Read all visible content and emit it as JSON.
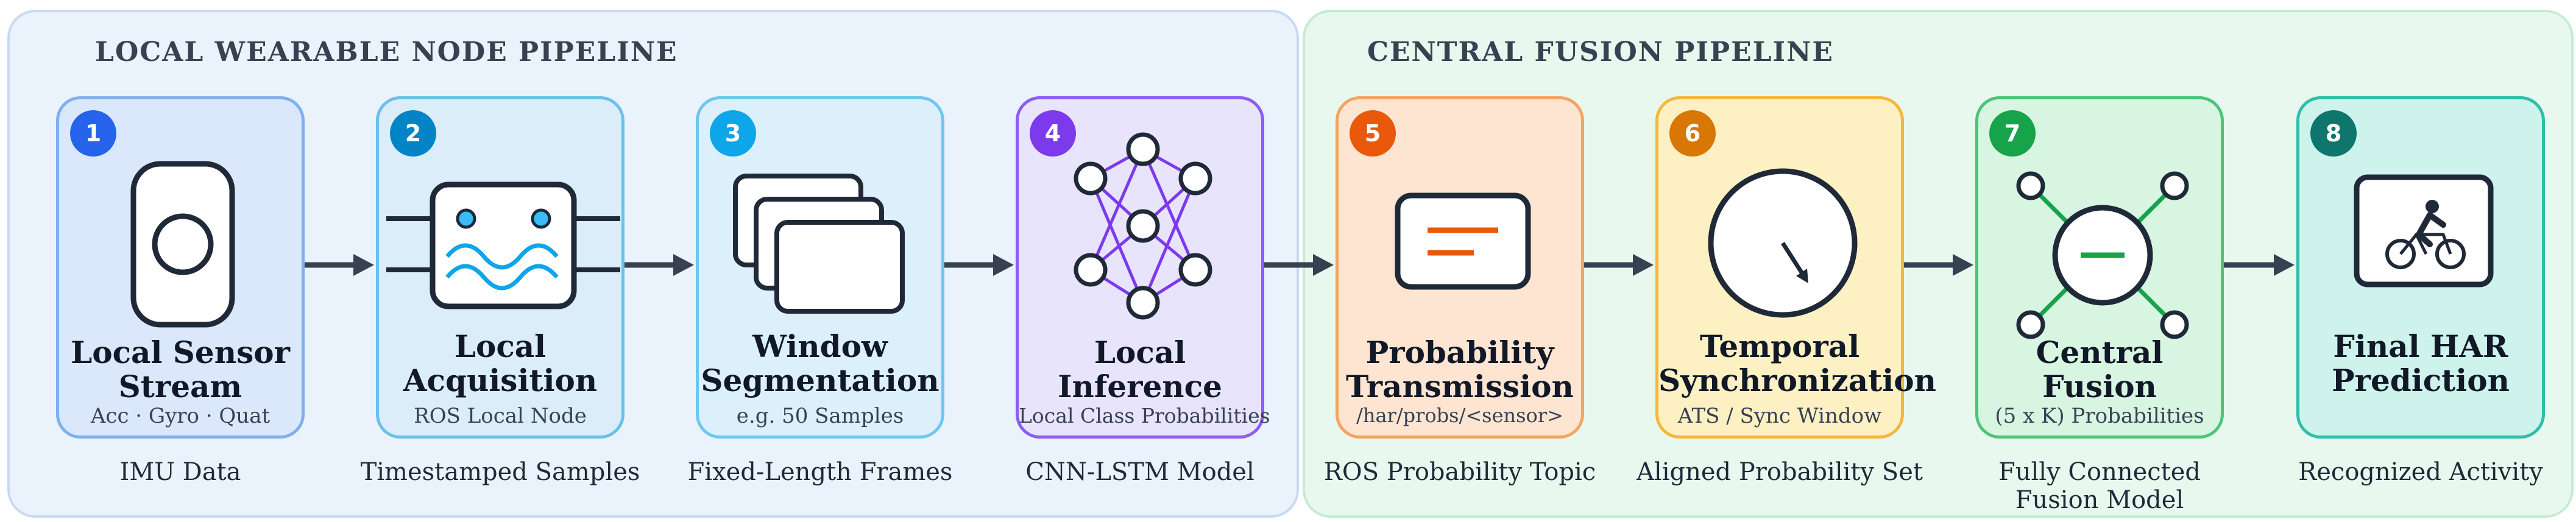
{
  "panels": {
    "local": {
      "title": "LOCAL WEARABLE NODE PIPELINE"
    },
    "central": {
      "title": "CENTRAL FUSION PIPELINE"
    }
  },
  "steps": [
    {
      "num": "1",
      "title1": "Local Sensor",
      "title2": "Stream",
      "sub": "Acc · Gyro · Quat",
      "caption": "IMU Data",
      "icon": "wearable-sensor-icon",
      "accent": "#2563eb"
    },
    {
      "num": "2",
      "title1": "Local",
      "title2": "Acquisition",
      "sub": "ROS Local Node",
      "caption": "Timestamped Samples",
      "icon": "signal-acquisition-icon",
      "accent": "#0284c7"
    },
    {
      "num": "3",
      "title1": "Window",
      "title2": "Segmentation",
      "sub": "e.g. 50 Samples",
      "caption": "Fixed-Length Frames",
      "icon": "stacked-frames-icon",
      "accent": "#0ea5e9"
    },
    {
      "num": "4",
      "title1": "Local",
      "title2": "Inference",
      "sub": "Local Class Probabilities",
      "caption": "CNN-LSTM Model",
      "icon": "neural-network-icon",
      "accent": "#7c3aed"
    },
    {
      "num": "5",
      "title1": "Probability",
      "title2": "Transmission",
      "sub": "/har/probs/<sensor>",
      "caption": "ROS Probability Topic",
      "icon": "message-icon",
      "accent": "#ea580c"
    },
    {
      "num": "6",
      "title1": "Temporal",
      "title2": "Synchronization",
      "sub": "ATS / Sync Window",
      "caption": "Aligned Probability Set",
      "icon": "clock-gauge-icon",
      "accent": "#d97706"
    },
    {
      "num": "7",
      "title1": "Central",
      "title2": "Fusion",
      "sub": "(5 x K) Probabilities",
      "caption": "Fully Connected",
      "caption2": "Fusion Model",
      "icon": "fusion-hub-icon",
      "accent": "#16a34a"
    },
    {
      "num": "8",
      "title1": "Final HAR",
      "title2": "Prediction",
      "sub": "",
      "caption": "Recognized Activity",
      "icon": "cyclist-icon",
      "accent": "#0f766e"
    }
  ]
}
